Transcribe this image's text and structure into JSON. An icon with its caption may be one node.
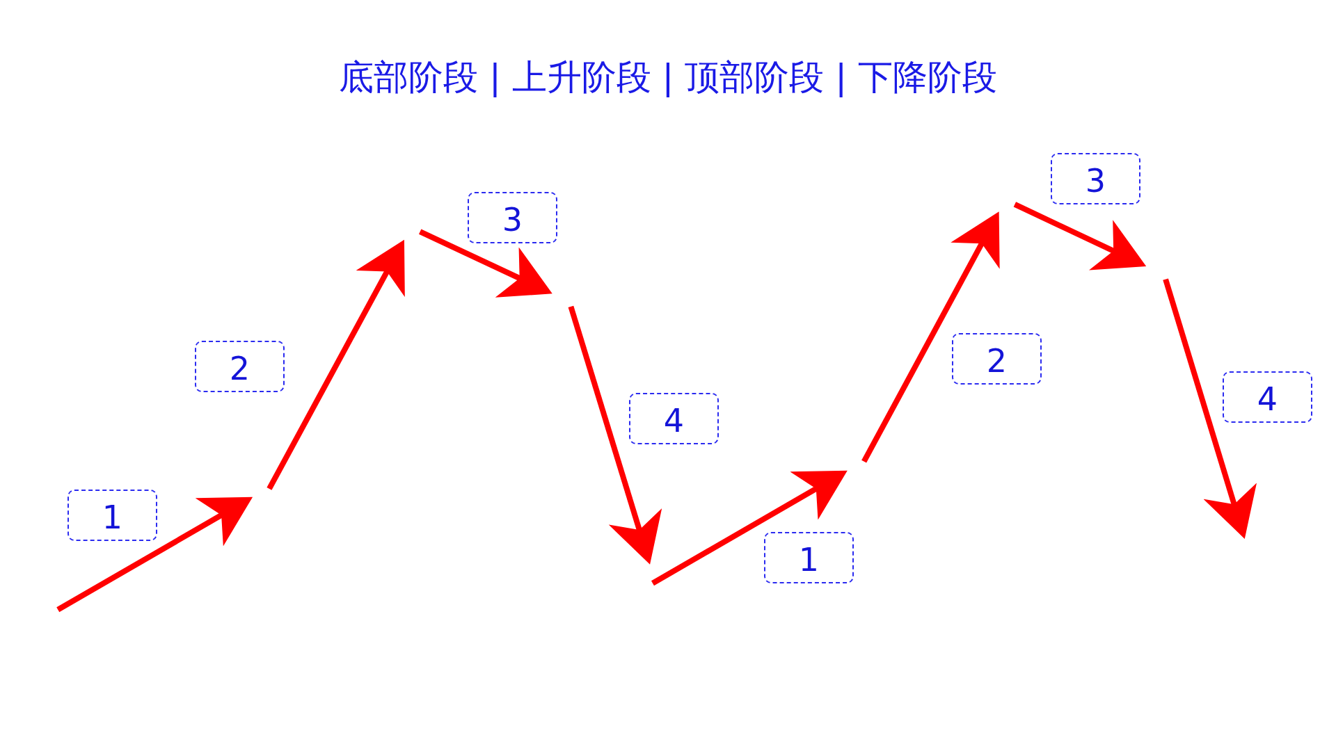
{
  "diagram": {
    "title": "底部阶段 | 上升阶段 | 顶部阶段 | 下降阶段",
    "nodes": [
      {
        "text": [
          "1"
        ]
      },
      {
        "text": [
          "2"
        ]
      },
      {
        "text": [
          "3"
        ]
      },
      {
        "text": [
          "4"
        ]
      },
      {
        "text": [
          "1"
        ]
      },
      {
        "text": [
          "2"
        ]
      },
      {
        "text": [
          "3"
        ]
      },
      {
        "text": [
          "4"
        ]
      }
    ]
  }
}
